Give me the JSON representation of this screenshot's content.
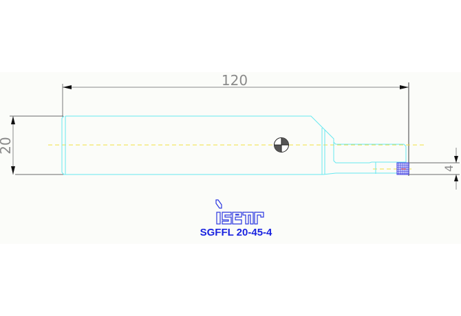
{
  "drawing": {
    "title": "SGFFL 20-45-4",
    "brand": "iscar",
    "dimensions": {
      "overall_length": "120",
      "shank_height": "20",
      "width": "4"
    },
    "colors": {
      "outline": "#66e8f0",
      "centerline": "#f0e040",
      "dimension": "#8a8a8a",
      "insert_hatch": "#3a3ae0",
      "label": "#1a23e0"
    },
    "icons": [
      "center-of-gravity-icon",
      "iscar-logo-icon"
    ]
  }
}
